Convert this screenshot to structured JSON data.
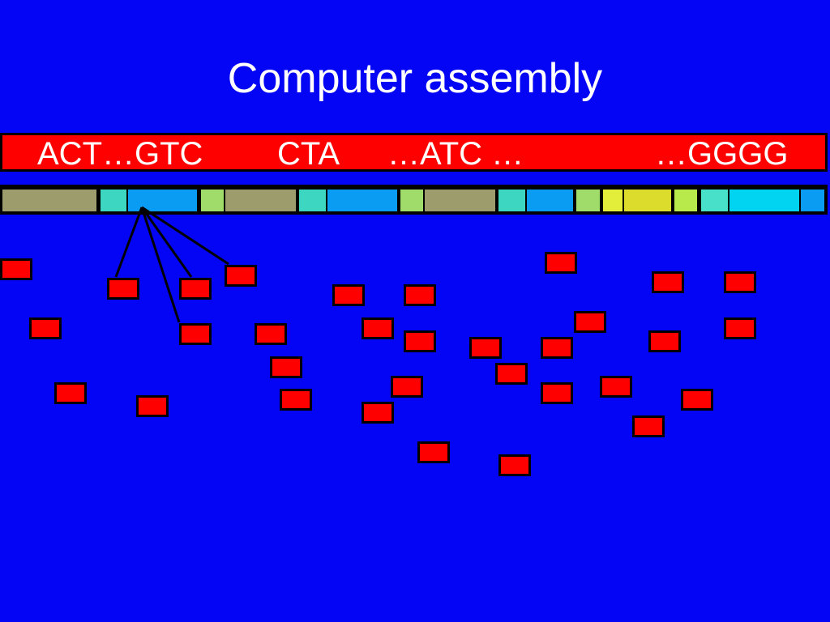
{
  "slide": {
    "title": "Computer assembly",
    "sequence_labels": [
      "ACT…GTC",
      "CTA",
      "…ATC …",
      "…GGGG"
    ]
  },
  "colors": {
    "background": "#0505f5",
    "sequence_bar": "#ff0000",
    "read": "#ff0000",
    "outline": "#000000",
    "text": "#ffffff",
    "segments": {
      "olive": "#9c9c6c",
      "teal": "#3dd6c0",
      "blue": "#0a9cf2",
      "light_green": "#9fdc6a",
      "yellow": "#dcdc2c",
      "yellow_green": "#b8ea4c",
      "cyan": "#00d4f0"
    }
  }
}
